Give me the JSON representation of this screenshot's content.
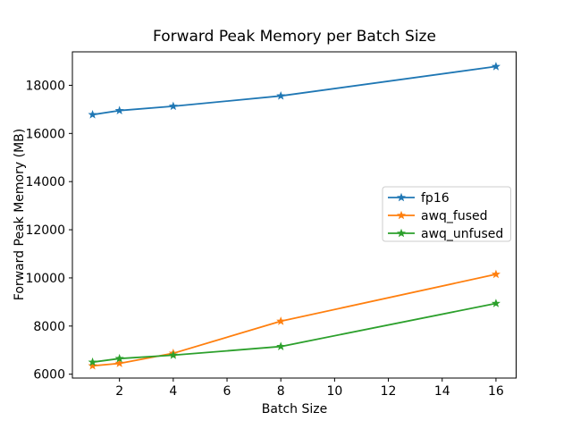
{
  "chart_data": {
    "type": "line",
    "title": "Forward Peak Memory per Batch Size",
    "xlabel": "Batch Size",
    "ylabel": "Forward Peak Memory (MB)",
    "x": [
      1,
      2,
      4,
      8,
      16
    ],
    "series": [
      {
        "name": "fp16",
        "color": "#1f77b4",
        "values": [
          16780,
          16950,
          17130,
          17560,
          18780
        ]
      },
      {
        "name": "awq_fused",
        "color": "#ff7f0e",
        "values": [
          6350,
          6450,
          6870,
          8200,
          10150
        ]
      },
      {
        "name": "awq_unfused",
        "color": "#2ca02c",
        "values": [
          6500,
          6650,
          6790,
          7150,
          8940
        ]
      }
    ],
    "marker": "star",
    "xlim": [
      0.25,
      16.75
    ],
    "ylim": [
      5840,
      19390
    ],
    "xticks": [
      2,
      4,
      6,
      8,
      10,
      12,
      14,
      16
    ],
    "yticks": [
      6000,
      8000,
      10000,
      12000,
      14000,
      16000,
      18000
    ],
    "grid": false,
    "legend": {
      "loc": "center-right-inside",
      "labels": [
        "fp16",
        "awq_fused",
        "awq_unfused"
      ]
    },
    "colors": {
      "axes": "#000000",
      "background": "#ffffff",
      "legend_border": "#cccccc"
    }
  }
}
